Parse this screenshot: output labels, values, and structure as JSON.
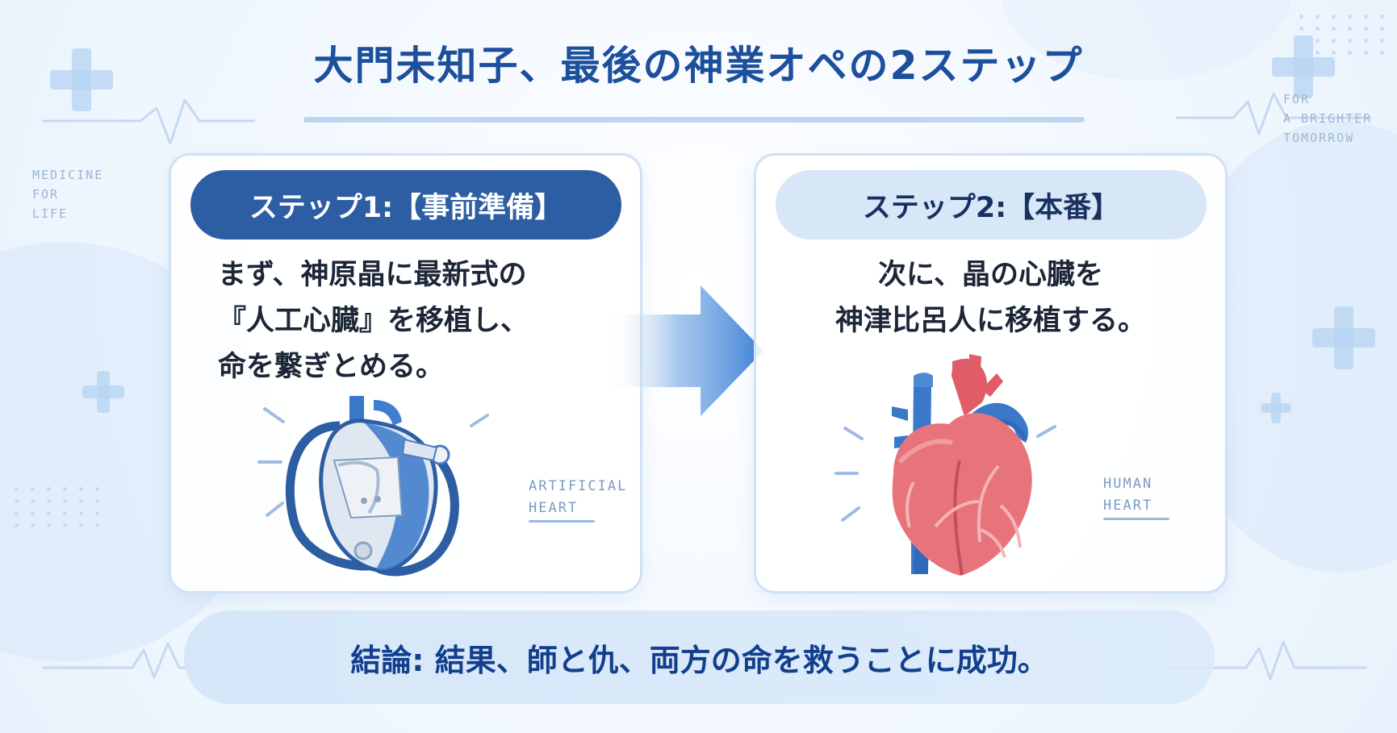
{
  "title": "大門未知子、最後の神業オペの2ステップ",
  "background_text": {
    "left": "MEDICINE\nFOR\nLIFE",
    "right": "FOR\nA BRIGHTER\nTOMORROW"
  },
  "steps": [
    {
      "label": "ステップ1:【事前準備】",
      "lines": [
        "まず、神原晶に最新式の",
        "『人工心臓』を移植し、",
        "命を繋ぎとめる。"
      ],
      "caption": "ARTIFICIAL\nHEART"
    },
    {
      "label": "ステップ2:【本番】",
      "lines": [
        "次に、晶の心臓を",
        "神津比呂人に移植する。"
      ],
      "caption": "HUMAN\nHEART"
    }
  ],
  "conclusion": "結論: 結果、師と仇、両方の命を救うことに成功。",
  "icons": {
    "arrow": "right-arrow-icon",
    "artificial_heart": "artificial-heart-icon",
    "human_heart": "human-heart-icon"
  },
  "colors": {
    "title": "#1c4f9c",
    "step1_pill": "#2d5da2",
    "step2_pill": "#d7e7f8",
    "heart_red": "#e46f78",
    "vessel_blue": "#3a78c9",
    "artificial_shell": "#e7edf5"
  }
}
